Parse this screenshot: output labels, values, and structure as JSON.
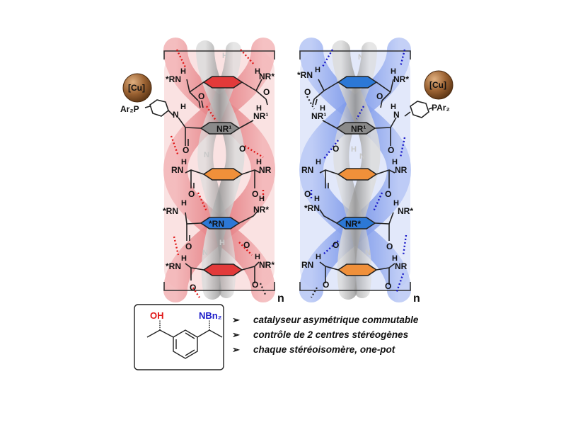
{
  "left_helix": {
    "amide_labels": {
      "r1_left": "*RN",
      "r1_right": "NR*",
      "r2_right": "NR¹",
      "r2_center": "NR¹",
      "r3_left": "RN",
      "r3_right": "NR",
      "r4_left": "*RN",
      "r4_right": "NR*",
      "r4_center": "*RN",
      "r5_left": "*RN",
      "r5_right": "NR*"
    },
    "ligand": "Ar₂P",
    "metal": "[Cu]",
    "repeat_label": "n"
  },
  "right_helix": {
    "amide_labels": {
      "r1_left": "*RN",
      "r1_right": "NR*",
      "r2_left": "NR¹",
      "r2_center": "NR¹",
      "r3_left": "RN",
      "r3_right": "NR",
      "r4_left": "*RN",
      "r4_right": "NR*",
      "r4_center": "NR*",
      "r5_left": "RN",
      "r5_right": "NR"
    },
    "ligand": "PAr₂",
    "metal": "[Cu]",
    "repeat_label": "n"
  },
  "atoms": {
    "hydrogen": "H",
    "nitrogen": "N",
    "oxygen": "O"
  },
  "product": {
    "oh": "OH",
    "nbn2": "NBn₂"
  },
  "bullets": [
    "catalyseur asymétrique commutable",
    "contrôle de 2 centres stéréogènes",
    "chaque stéréoisomère, one-pot"
  ],
  "colors": {
    "red_helix": "#e8747a",
    "blue_helix": "#6f8ee8",
    "red_bond": "#e01818",
    "blue_bond": "#1818c8",
    "ring_red": "#e23a3a",
    "ring_blue": "#2c78d6",
    "ring_orange": "#f0903a",
    "ring_gray": "#8a8a8a",
    "cu_ball": "#9b6232",
    "oh_label": "#e01818",
    "nbn2_label": "#1a1ac8"
  }
}
